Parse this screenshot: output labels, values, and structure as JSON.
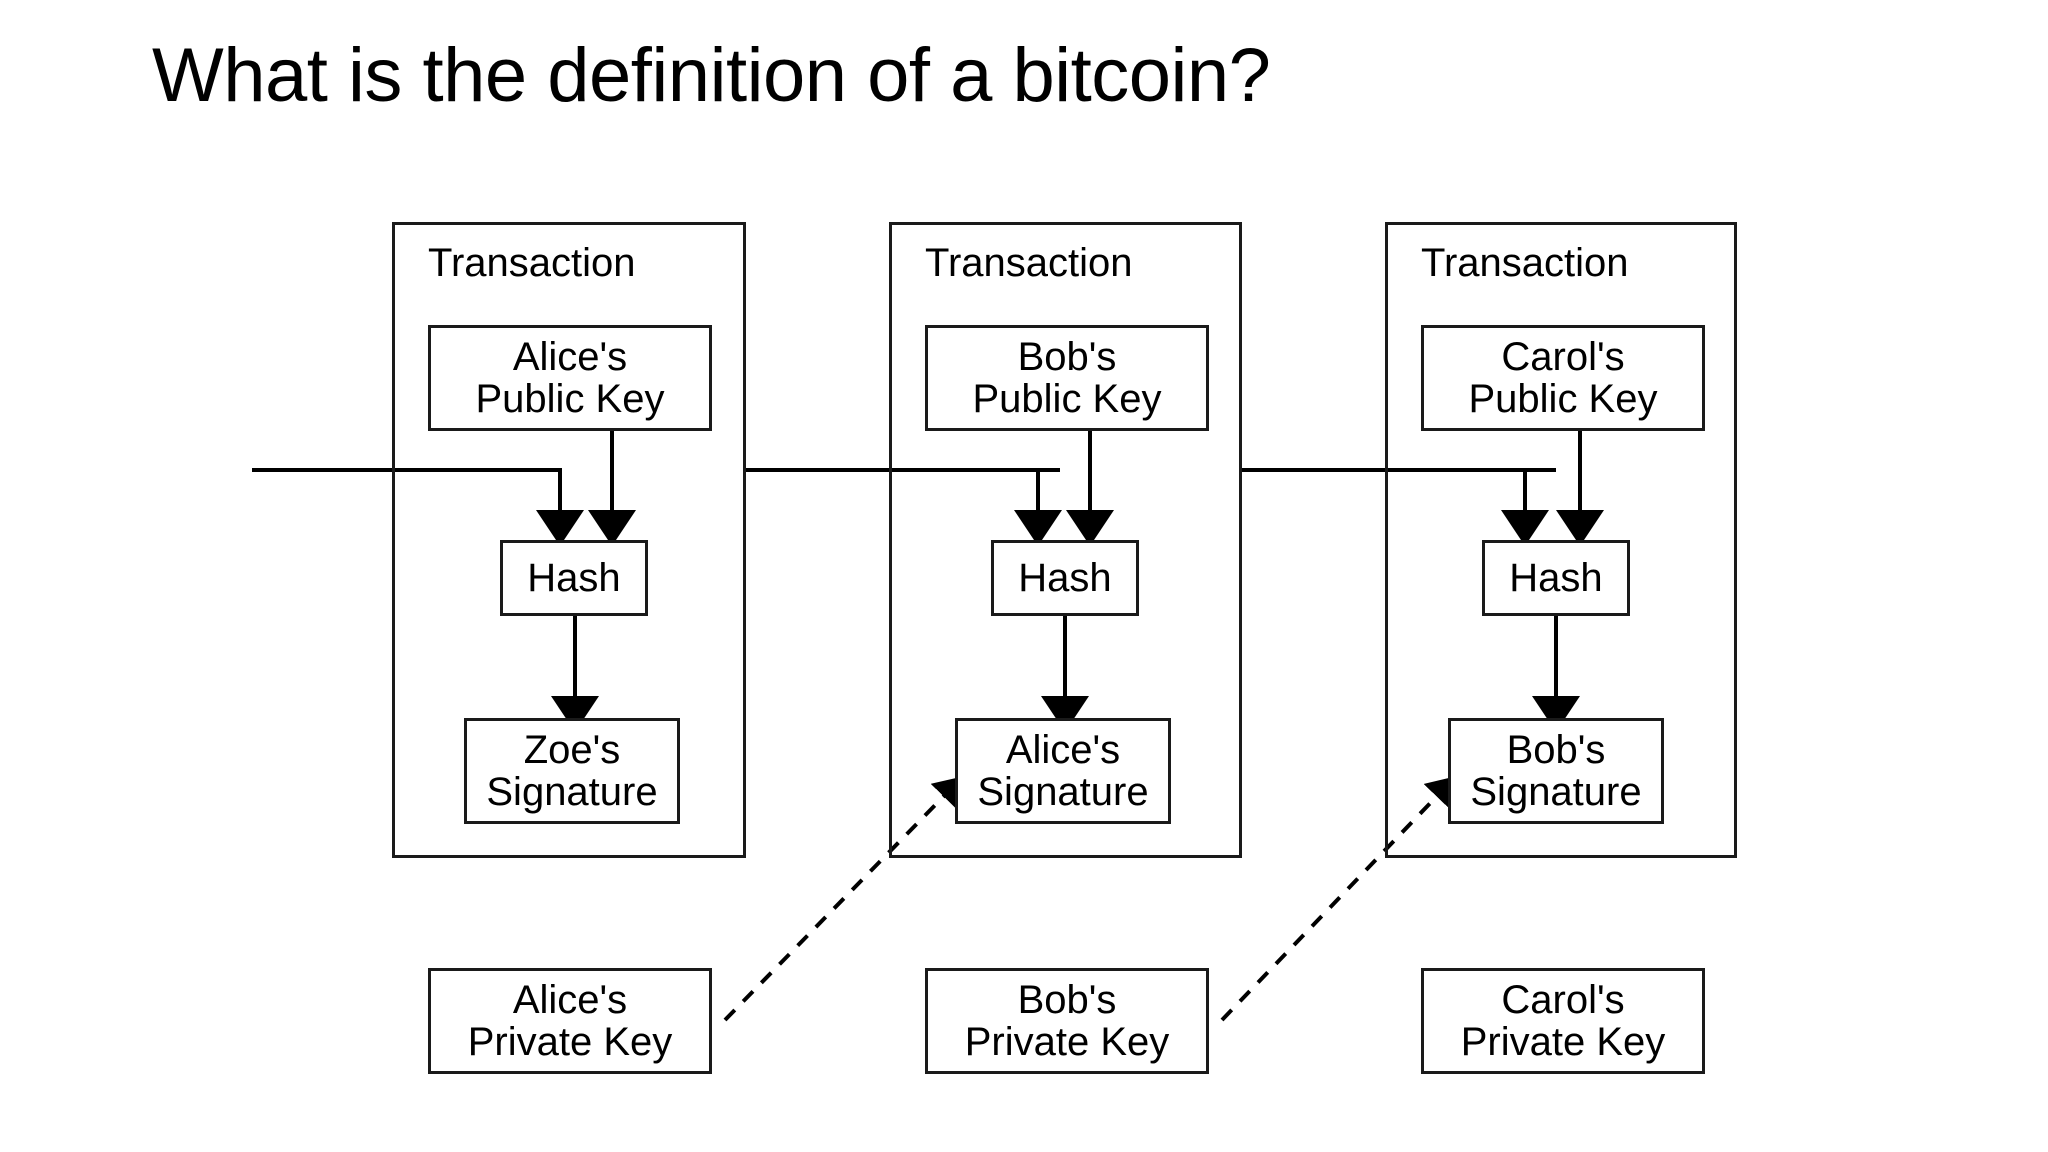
{
  "slide": {
    "title": "What is the definition of a bitcoin?",
    "background_color": "#ffffff",
    "line_color": "#000000"
  },
  "diagram": {
    "type": "bitcoin-transaction-chain",
    "transaction_label": "Transaction",
    "transactions": [
      {
        "label": "Transaction",
        "public_key": "Alice's\nPublic Key",
        "public_key_line1": "Alice's",
        "public_key_line2": "Public Key",
        "hash": "Hash",
        "signature_line1": "Zoe's",
        "signature_line2": "Signature"
      },
      {
        "label": "Transaction",
        "public_key": "Bob's\nPublic Key",
        "public_key_line1": "Bob's",
        "public_key_line2": "Public Key",
        "hash": "Hash",
        "signature_line1": "Alice's",
        "signature_line2": "Signature"
      },
      {
        "label": "Transaction",
        "public_key": "Carol's\nPublic Key",
        "public_key_line1": "Carol's",
        "public_key_line2": "Public Key",
        "hash": "Hash",
        "signature_line1": "Bob's",
        "signature_line2": "Signature"
      }
    ],
    "private_keys": [
      {
        "line1": "Alice's",
        "line2": "Private Key"
      },
      {
        "line1": "Bob's",
        "line2": "Private Key"
      },
      {
        "line1": "Carol's",
        "line2": "Private Key"
      }
    ]
  }
}
